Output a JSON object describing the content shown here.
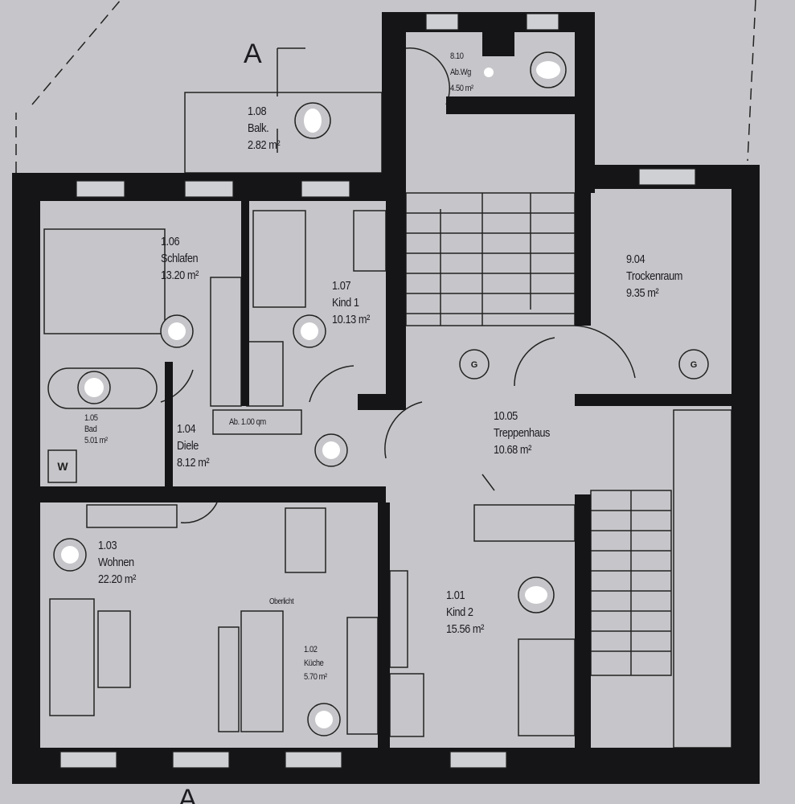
{
  "section_marker": "A",
  "rooms": [
    {
      "number": "1.08",
      "name": "Balk.",
      "area": "2.82 m²"
    },
    {
      "number": "8.10",
      "name": "Ab.Wg",
      "area": "4.50 m²"
    },
    {
      "number": "1.06",
      "name": "Schlafen",
      "area": "13.20 m²"
    },
    {
      "number": "1.07",
      "name": "Kind 1",
      "area": "10.13 m²"
    },
    {
      "number": "9.04",
      "name": "Trockenraum",
      "area": "9.35 m²"
    },
    {
      "number": "1.05",
      "name": "Bad",
      "area": "5.01 m²"
    },
    {
      "number": "1.04",
      "name": "Diele",
      "area": "8.12 m²"
    },
    {
      "number": "10.05",
      "name": "Treppenhaus",
      "area": "10.68 m²"
    },
    {
      "number": "1.03",
      "name": "Wohnen",
      "area": "22.20 m²"
    },
    {
      "number": "1.02",
      "name": "Küche",
      "area": "5.70 m²"
    },
    {
      "number": "1.01",
      "name": "Kind 2",
      "area": "15.56 m²"
    }
  ],
  "annotations": {
    "closet": "Ab. 1.00 qm",
    "skylight": "Oberlicht",
    "washer": "W",
    "gas_meter": "G"
  }
}
